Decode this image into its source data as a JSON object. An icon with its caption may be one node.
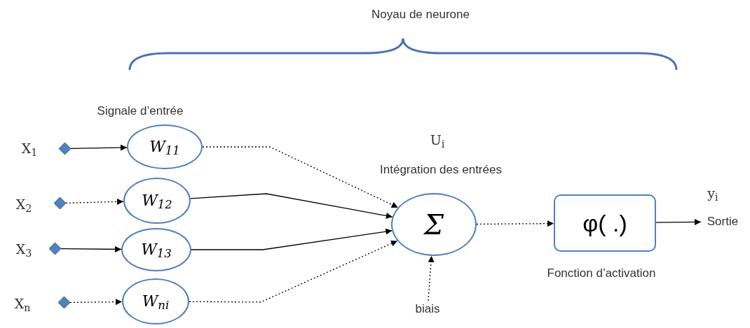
{
  "diagram": {
    "nodes": [
      {
        "text": [],
        "shape": "diamond",
        "beside": [
          "X$_{1}$"
        ]
      },
      {
        "text": [],
        "shape": "diamond",
        "beside": [
          "X$_{2}$"
        ]
      },
      {
        "text": [],
        "shape": "diamond",
        "beside": [
          "X$_{3}$"
        ]
      },
      {
        "text": [],
        "shape": "diamond",
        "beside": [
          "X$_{n}$"
        ]
      },
      {
        "text": [
          "W$_{11}$"
        ]
      },
      {
        "text": [
          "W$_{12}$"
        ]
      },
      {
        "text": [
          "W$_{13}$"
        ]
      },
      {
        "text": [
          "W$_{ni}$"
        ]
      },
      {
        "text": [
          "Σ"
        ],
        "beside": [
          "U$_{i}$",
          "Intégration des entrées"
        ]
      },
      {
        "text": [
          "biais"
        ]
      },
      {
        "text": [
          "φ( .)"
        ],
        "beside": [
          "Fonction d’activation"
        ]
      },
      {
        "text": [
          "Sortie"
        ],
        "beside": [
          "y$_{i}$"
        ]
      }
    ],
    "edges": [
      {
        "from": 0,
        "to": 4,
        "arrow": "to"
      },
      {
        "from": 1,
        "to": 5,
        "arrow": "to",
        "style": "dashed"
      },
      {
        "from": 2,
        "to": 6,
        "arrow": "to"
      },
      {
        "from": 3,
        "to": 7,
        "arrow": "to",
        "style": "dashed"
      },
      {
        "from": 4,
        "to": 8,
        "arrow": "to",
        "style": "dashed"
      },
      {
        "from": 5,
        "to": 8,
        "arrow": "to"
      },
      {
        "from": 6,
        "to": 8,
        "arrow": "to"
      },
      {
        "from": 7,
        "to": 8,
        "arrow": "to",
        "style": "dashed"
      },
      {
        "from": 9,
        "to": 8,
        "arrow": "to",
        "style": "dashed"
      },
      {
        "from": 8,
        "to": 10,
        "arrow": "to",
        "style": "dashed"
      },
      {
        "from": 10,
        "to": 11,
        "arrow": "to"
      }
    ],
    "labels": [
      "Noyau de neurone",
      "Signale d’entrée"
    ]
  }
}
